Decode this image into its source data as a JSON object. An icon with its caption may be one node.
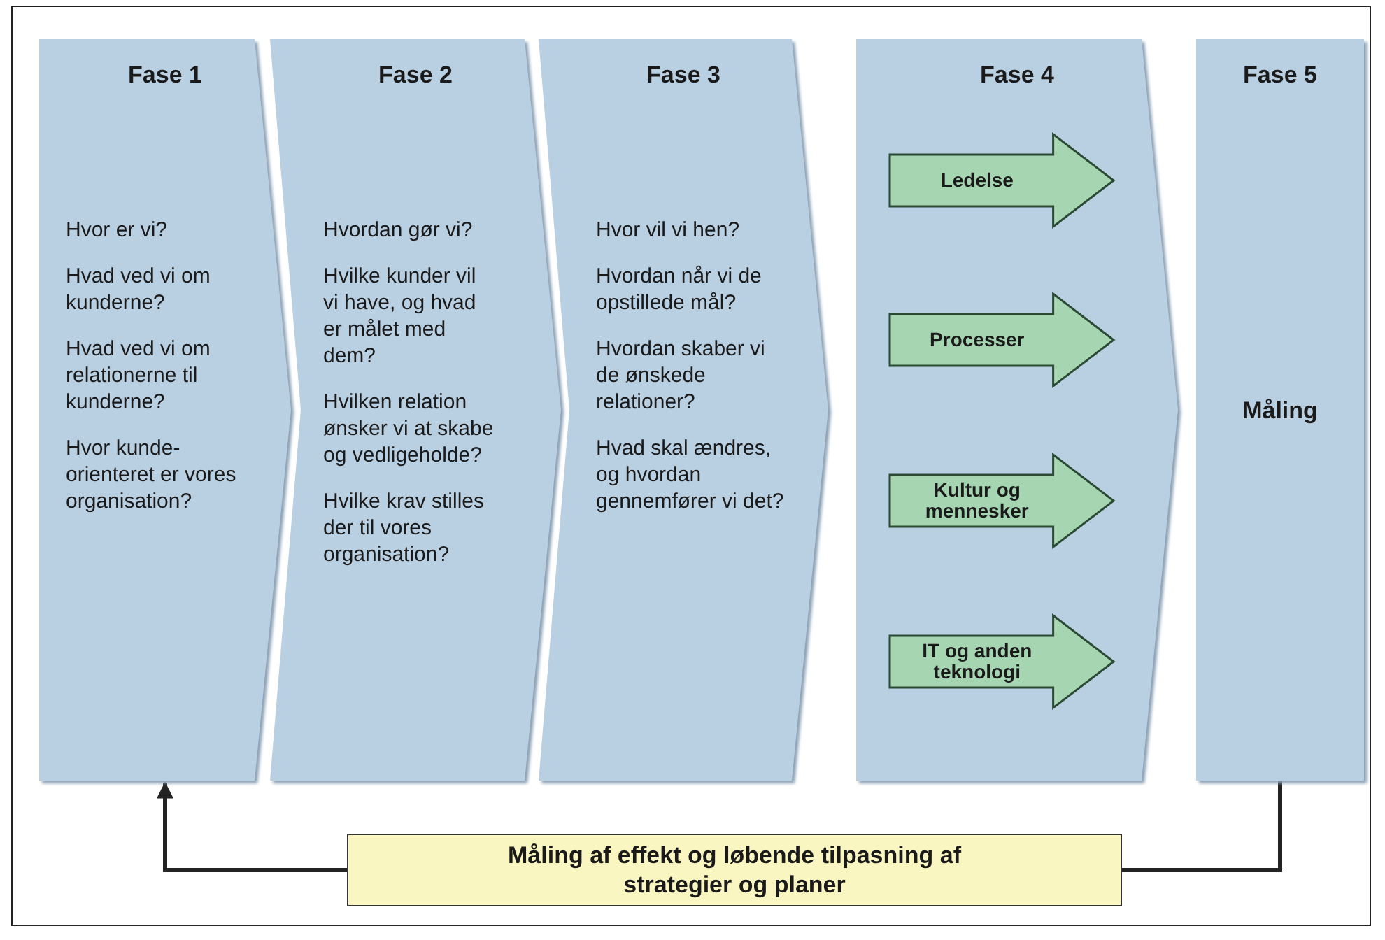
{
  "diagram": {
    "nodes": [
      {
        "text": [
          "Fase 1",
          "Hvor er vi?",
          "Hvad ved vi om kunderne?",
          "Hvad ved vi om relationerne til kunderne?",
          "Hvor kunde-orienteret er vores organisation?"
        ]
      },
      {
        "text": [
          "Fase 2",
          "Hvordan gør vi?",
          "Hvilke kunder vil vi have, og hvad er målet med dem?",
          "Hvilken relation ønsker vi at skabe og vedligeholde?",
          "Hvilke krav stilles der til vores organisation?"
        ]
      },
      {
        "text": [
          "Fase 3",
          "Hvor vil vi hen?",
          "Hvordan når vi de opstillede mål?",
          "Hvordan skaber vi de ønskede relationer?",
          "Hvad skal ændres, og hvordan gennemfører vi det?"
        ]
      },
      {
        "text": [
          "Fase 4"
        ]
      },
      {
        "text": [
          "Ledelse"
        ],
        "in": 3
      },
      {
        "text": [
          "Processer"
        ],
        "in": 3
      },
      {
        "text": [
          "Kultur og mennesker"
        ],
        "in": 3
      },
      {
        "text": [
          "IT og anden teknologi"
        ],
        "in": 3
      },
      {
        "text": [
          "Fase 5",
          "Måling"
        ]
      },
      {
        "text": [
          "Måling af effekt og løbende tilpasning af strategier og planer"
        ]
      }
    ],
    "edges": [
      {
        "from": 8,
        "to": 9,
        "arrow": "none"
      },
      {
        "from": 9,
        "to": 0,
        "arrow": "to"
      }
    ]
  }
}
